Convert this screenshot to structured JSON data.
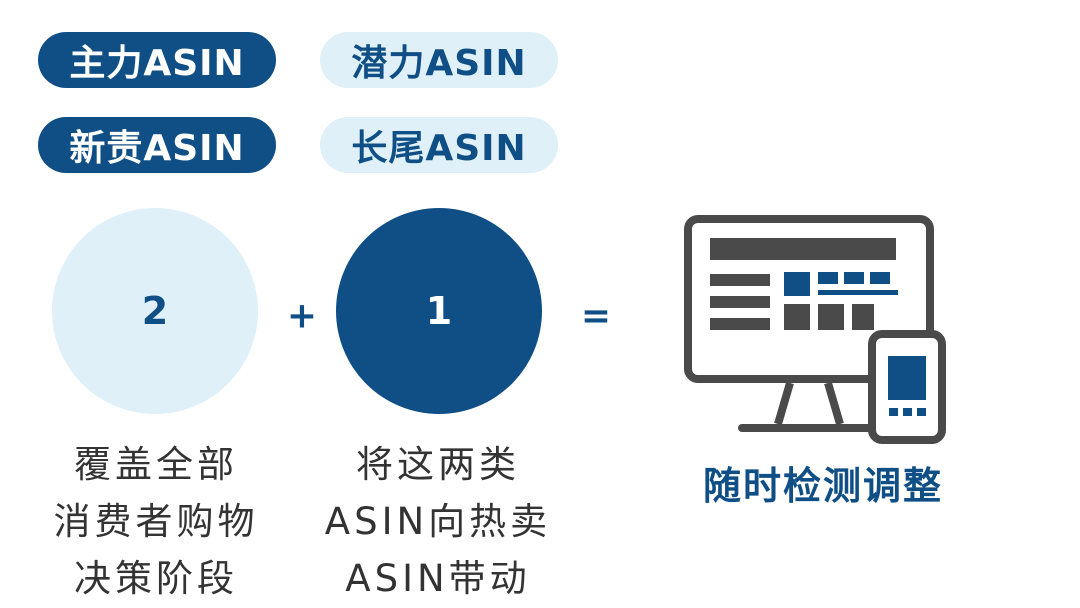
{
  "tags": [
    {
      "label": "主力ASIN",
      "style": "dark"
    },
    {
      "label": "潜力ASIN",
      "style": "light"
    },
    {
      "label": "新责ASIN",
      "style": "dark"
    },
    {
      "label": "长尾ASIN",
      "style": "light"
    }
  ],
  "equation": {
    "left_number": "2",
    "plus": "+",
    "right_number": "1",
    "equals": "="
  },
  "left_description": [
    "覆盖全部",
    "消费者购物",
    "决策阶段"
  ],
  "right_description": [
    "将这两类",
    "ASIN向热卖",
    "ASIN带动"
  ],
  "result": {
    "label": "随时检测调整",
    "icon": "desktop-and-phone-icon"
  },
  "colors": {
    "dark_blue": "#0f4f86",
    "light_blue": "#dff0f8",
    "icon_gray": "#4a4a4a",
    "text_gray": "#333333"
  }
}
